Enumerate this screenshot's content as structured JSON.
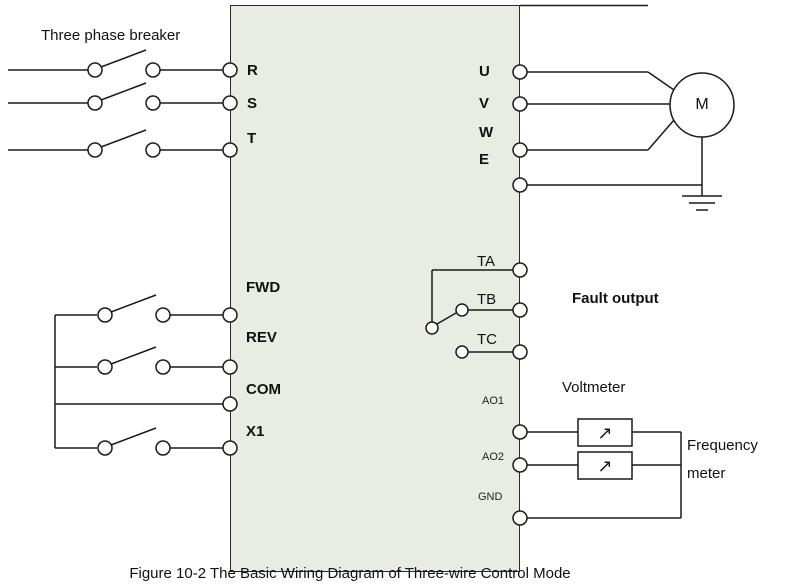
{
  "caption": "Figure 10-2 The Basic Wiring Diagram of Three-wire Control Mode",
  "annotations": {
    "three_phase_breaker": "Three phase breaker",
    "fault_output": "Fault output",
    "voltmeter": "Voltmeter",
    "frequency_meter": [
      "Frequency",
      "meter"
    ],
    "motor": "M"
  },
  "terminals": {
    "power_input": [
      "R",
      "S",
      "T"
    ],
    "control_input": [
      "FWD",
      "REV",
      "COM",
      "X1"
    ],
    "power_output": [
      "U",
      "V",
      "W",
      "E"
    ],
    "fault_relay": [
      "TA",
      "TB",
      "TC"
    ],
    "analog_output": [
      "AO1",
      "AO2",
      "GND"
    ]
  },
  "icons": {
    "meter_needle": "↗"
  },
  "colors": {
    "inverter_block_fill": "#e8ece3",
    "wire": "#1a1a1a",
    "background": "#ffffff"
  }
}
